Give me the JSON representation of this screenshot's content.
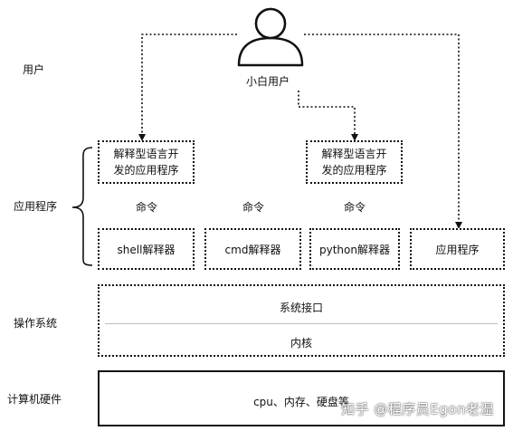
{
  "user": {
    "name": "小白用户"
  },
  "layers": {
    "user": "用户",
    "applications": "应用程序",
    "os": "操作系统",
    "hardware": "计算机硬件"
  },
  "interpreted_apps": {
    "line1": "解释型语言开",
    "line2": "发的应用程序"
  },
  "command_label": "命令",
  "interpreters": [
    "shell解释器",
    "cmd解释器",
    "python解释器"
  ],
  "app_box": "应用程序",
  "os_box": {
    "top": "系统接口",
    "bottom": "内核"
  },
  "hardware_box": "cpu、内存、硬盘等",
  "watermark": "知乎 @程序员Egon老湿"
}
